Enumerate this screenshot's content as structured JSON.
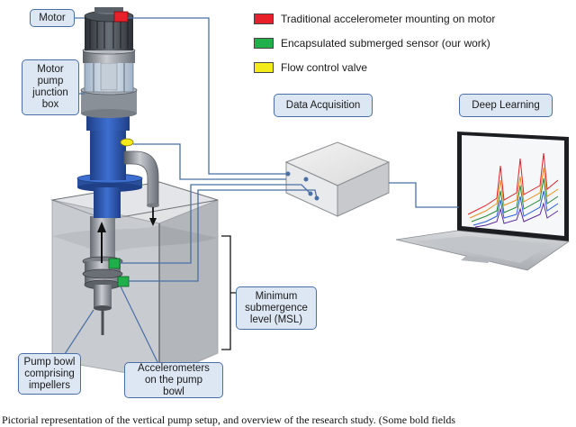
{
  "labels": {
    "motor": "Motor",
    "junction_box": "Motor pump junction box",
    "data_acquisition": "Data Acquisition",
    "deep_learning": "Deep Learning",
    "msl": "Minimum submergence level (MSL)",
    "pump_bowl": "Pump bowl comprising impellers",
    "accelerometers": "Accelerometers on the pump bowl"
  },
  "legend": [
    {
      "color": "#e8202a",
      "label": "Traditional accelerometer mounting on motor"
    },
    {
      "color": "#1fb04b",
      "label": "Encapsulated submerged sensor (our work)"
    },
    {
      "color": "#f4ec1a",
      "label": "Flow control valve"
    }
  ],
  "colors": {
    "wire": "#4a6fa5",
    "pump_blue": "#2f5fb8",
    "label_fill": "#dde7f3",
    "label_border": "#4a6fa5"
  },
  "caption": "Pictorial representation of the vertical pump setup, and overview of the research study. (Some bold fields"
}
